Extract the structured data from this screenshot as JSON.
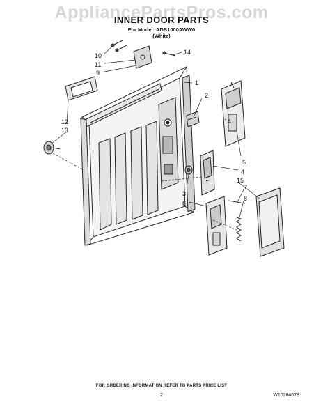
{
  "watermark": "AppliancePartsPros.com",
  "header": {
    "title": "INNER DOOR PARTS",
    "model_line": "For Model: ADB1000AWW0",
    "color_line": "(White)"
  },
  "callouts": [
    "10",
    "11",
    "9",
    "14",
    "1",
    "2",
    "12",
    "13",
    "14",
    "5",
    "4",
    "3",
    "15",
    "6",
    "7",
    "8"
  ],
  "footer": {
    "note": "FOR ORDERING INFORMATION REFER TO PARTS PRICE LIST",
    "page": "2",
    "doc_number": "W10284678"
  }
}
